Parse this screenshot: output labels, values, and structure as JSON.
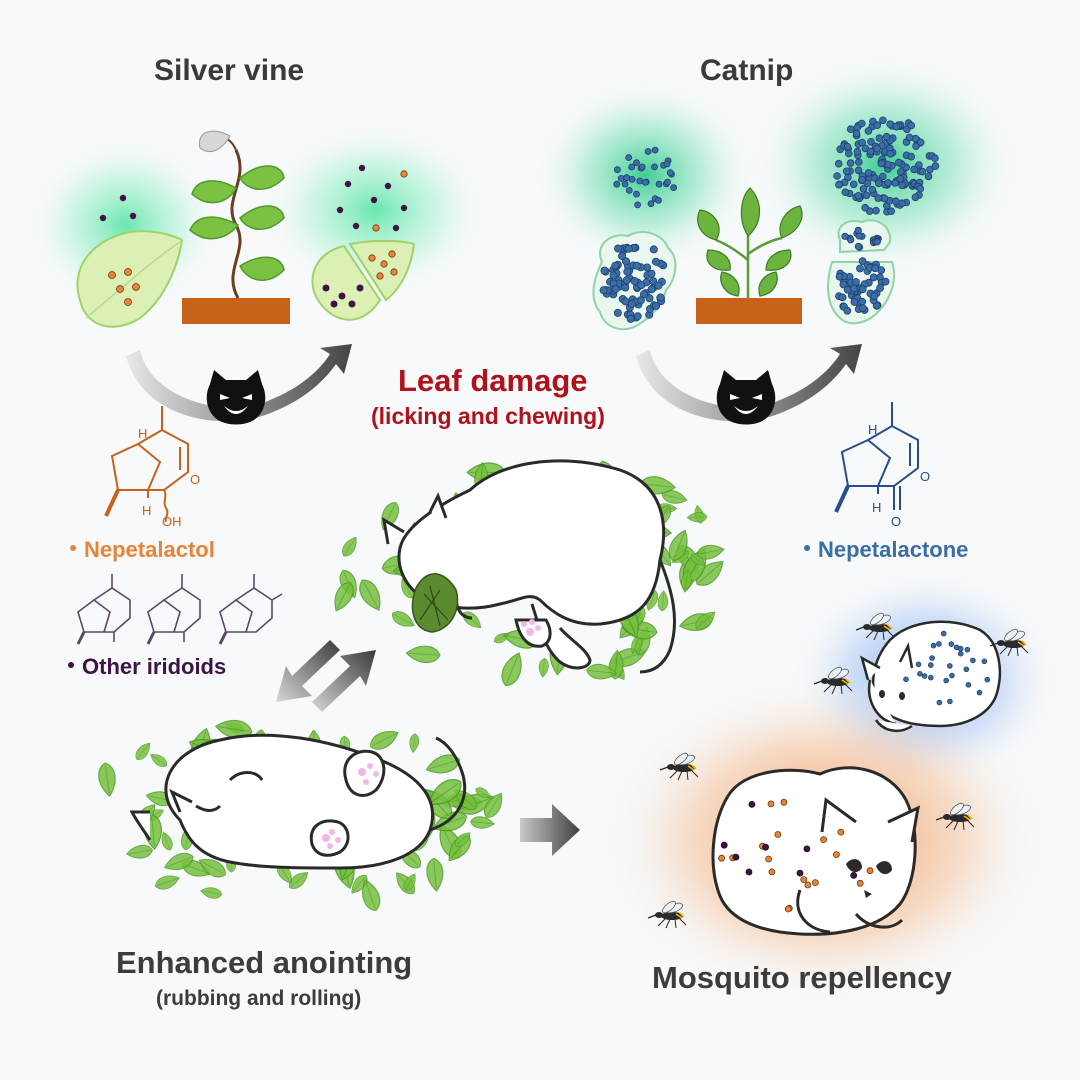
{
  "plants": {
    "silver_vine": "Silver vine",
    "catnip": "Catnip"
  },
  "leaf_damage": {
    "title": "Leaf damage",
    "subtitle": "(licking and chewing)"
  },
  "compounds": {
    "nepetalactol": "Nepetalactol",
    "nepetalactone": "Nepetalactone",
    "other_iridoids": "Other iridoids"
  },
  "behaviors": {
    "anointing_title": "Enhanced anointing",
    "anointing_subtitle": "(rubbing and rolling)",
    "repellency_title": "Mosquito repellency"
  },
  "atoms": {
    "h": "H",
    "o": "O",
    "oh": "OH"
  },
  "colors": {
    "nepetalactol": "#e8833a",
    "nepetalactone": "#3a6ea5",
    "other_iridoids": "#3d1446",
    "leaf_damage": "#b0121b",
    "soil": "#c8621a",
    "leaf_green": "#7cc242",
    "glow_green": "#5ee0a0",
    "glow_blue": "#6f9ff0",
    "glow_orange": "#f39a55"
  },
  "icons": [
    "cat-face-icon",
    "mosquito-icon",
    "arrow-icon",
    "leaf-icon"
  ]
}
